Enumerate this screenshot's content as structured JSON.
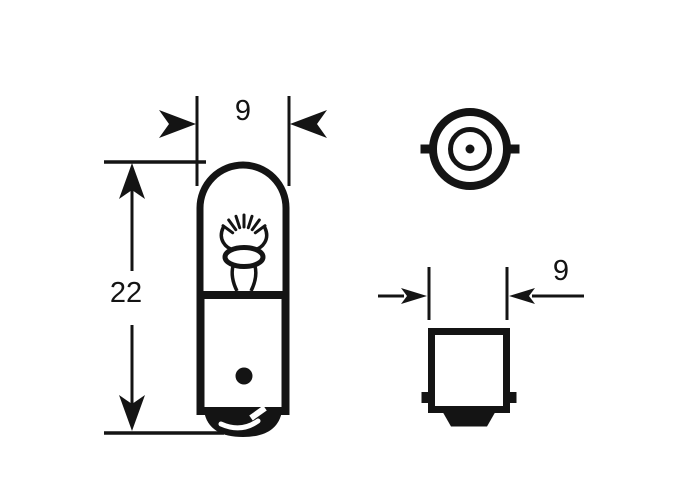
{
  "labels": {
    "glass_diameter": "9",
    "overall_length": "22",
    "base_diameter": "9"
  },
  "colors": {
    "line": "#141414",
    "background": "#ffffff"
  }
}
